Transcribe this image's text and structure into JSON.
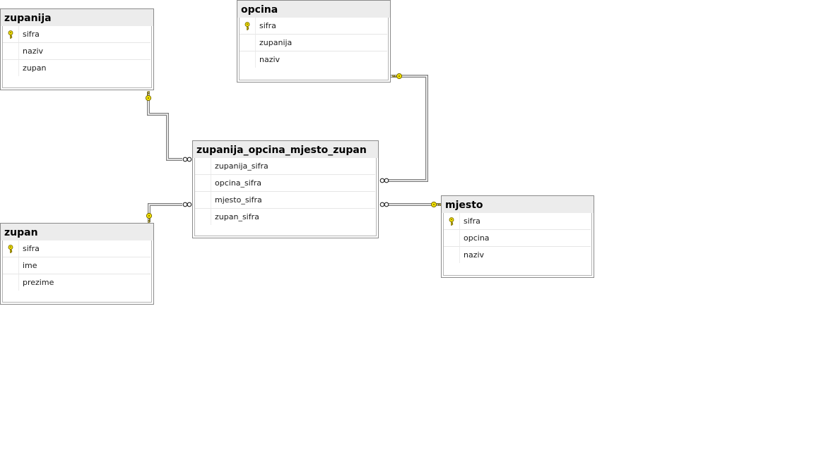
{
  "diagram": {
    "tables": [
      {
        "id": "zupanija",
        "title": "zupanija",
        "columns": [
          {
            "name": "sifra",
            "primary_key": true
          },
          {
            "name": "naziv",
            "primary_key": false
          },
          {
            "name": "zupan",
            "primary_key": false
          }
        ]
      },
      {
        "id": "opcina",
        "title": "opcina",
        "columns": [
          {
            "name": "sifra",
            "primary_key": true
          },
          {
            "name": "zupanija",
            "primary_key": false
          },
          {
            "name": "naziv",
            "primary_key": false
          }
        ]
      },
      {
        "id": "zupanija_opcina_mjesto_zupan",
        "title": "zupanija_opcina_mjesto_zupan",
        "columns": [
          {
            "name": "zupanija_sifra",
            "primary_key": false
          },
          {
            "name": "opcina_sifra",
            "primary_key": false
          },
          {
            "name": "mjesto_sifra",
            "primary_key": false
          },
          {
            "name": "zupan_sifra",
            "primary_key": false
          }
        ]
      },
      {
        "id": "zupan",
        "title": "zupan",
        "columns": [
          {
            "name": "sifra",
            "primary_key": true
          },
          {
            "name": "ime",
            "primary_key": false
          },
          {
            "name": "prezime",
            "primary_key": false
          }
        ]
      },
      {
        "id": "mjesto",
        "title": "mjesto",
        "columns": [
          {
            "name": "sifra",
            "primary_key": true
          },
          {
            "name": "opcina",
            "primary_key": false
          },
          {
            "name": "naziv",
            "primary_key": false
          }
        ]
      }
    ],
    "relationships": [
      {
        "from": "zupanija",
        "to": "zupanija_opcina_mjesto_zupan",
        "one_end": "key-icon",
        "many_end": "infinity-icon"
      },
      {
        "from": "opcina",
        "to": "zupanija_opcina_mjesto_zupan",
        "one_end": "key-icon",
        "many_end": "infinity-icon"
      },
      {
        "from": "zupan",
        "to": "zupanija_opcina_mjesto_zupan",
        "one_end": "key-icon",
        "many_end": "infinity-icon"
      },
      {
        "from": "mjesto",
        "to": "zupanija_opcina_mjesto_zupan",
        "one_end": "key-icon",
        "many_end": "infinity-icon"
      }
    ],
    "colors": {
      "key_fill": "#f2e200",
      "key_stroke": "#7a6a00",
      "header_bg": "#ececec",
      "line": "#7c7c7c"
    }
  }
}
